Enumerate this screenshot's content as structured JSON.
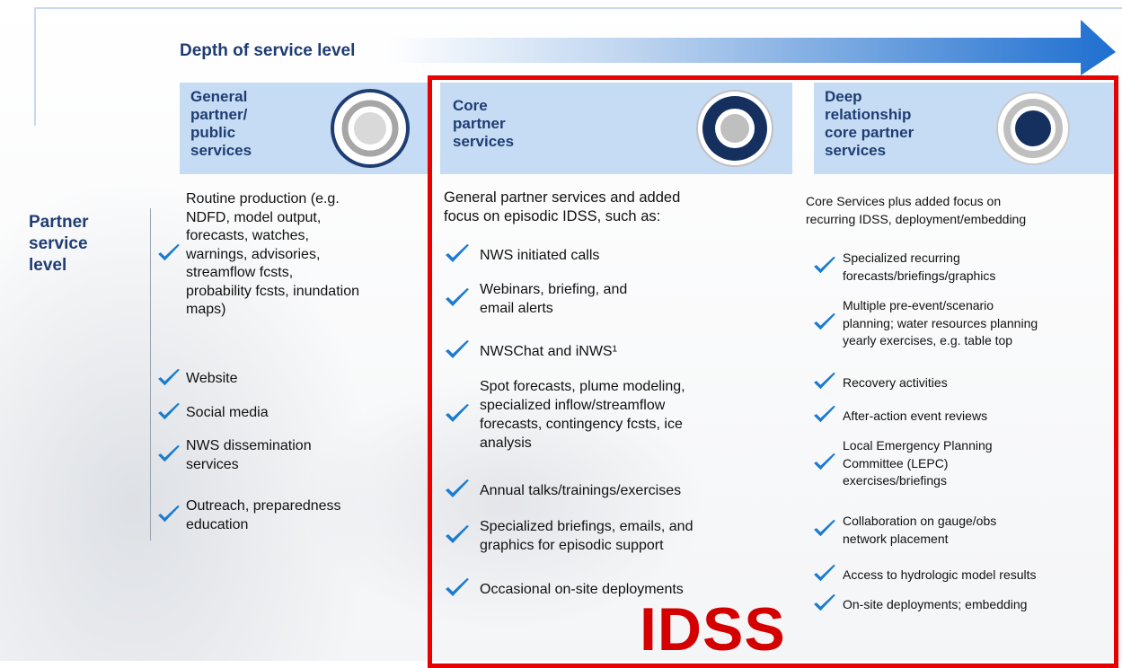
{
  "header": {
    "arrow_title": "Depth of service level",
    "row_label_lines": [
      "Partner",
      "service",
      "level"
    ]
  },
  "colors": {
    "accent_blue": "#1f3d73",
    "header_fill": "#c6dcf4",
    "check_blue": "#1a7bd1",
    "idss_red": "#e60000"
  },
  "columns": [
    {
      "title_lines": [
        "General",
        "partner/",
        "public",
        "services"
      ],
      "icon": "light-gray-ring-icon",
      "items": [
        {
          "lines": [
            "Routine production (e.g.",
            "NDFD, model output,",
            "forecasts, watches,",
            "warnings, advisories,",
            "streamflow fcsts,",
            "probability fcsts, inundation",
            "maps)"
          ]
        },
        {
          "lines": [
            "Website"
          ]
        },
        {
          "lines": [
            "Social media"
          ]
        },
        {
          "lines": [
            "NWS dissemination",
            "services"
          ]
        },
        {
          "lines": [
            "Outreach, preparedness",
            "education"
          ]
        }
      ]
    },
    {
      "title_lines": [
        "Core",
        "partner",
        "services"
      ],
      "icon": "navy-ring-icon",
      "intro_lines": [
        "General partner services and added",
        "focus on episodic IDSS, such as:"
      ],
      "items": [
        {
          "lines": [
            "NWS initiated calls"
          ]
        },
        {
          "lines": [
            "Webinars, briefing, and",
            "email alerts"
          ]
        },
        {
          "lines": [
            "NWSChat and iNWS¹"
          ]
        },
        {
          "lines": [
            "Spot forecasts, plume modeling,",
            "specialized inflow/streamflow",
            "forecasts, contingency fcsts, ice",
            "analysis"
          ]
        },
        {
          "lines": [
            "Annual talks/trainings/exercises"
          ]
        },
        {
          "lines": [
            "Specialized briefings, emails, and",
            "graphics for episodic support"
          ]
        },
        {
          "lines": [
            "Occasional on-site deployments"
          ]
        }
      ]
    },
    {
      "title_lines": [
        "Deep",
        "relationship",
        "core partner",
        "services"
      ],
      "icon": "navy-dot-target-icon",
      "intro_lines": [
        "Core Services plus added focus on",
        "recurring IDSS, deployment/embedding"
      ],
      "items": [
        {
          "lines": [
            "Specialized recurring",
            "forecasts/briefings/graphics"
          ]
        },
        {
          "lines": [
            "Multiple pre-event/scenario",
            "planning; water resources planning",
            "yearly exercises, e.g. table top"
          ]
        },
        {
          "lines": [
            "Recovery activities"
          ]
        },
        {
          "lines": [
            "After-action event reviews"
          ]
        },
        {
          "lines": [
            "Local Emergency Planning",
            "Committee (LEPC)",
            "exercises/briefings"
          ]
        },
        {
          "lines": [
            "Collaboration on gauge/obs",
            "network placement"
          ]
        },
        {
          "lines": [
            "Access to hydrologic model results"
          ]
        },
        {
          "lines": [
            "On-site deployments; embedding"
          ]
        }
      ]
    }
  ],
  "idss_logo": "IDSS"
}
